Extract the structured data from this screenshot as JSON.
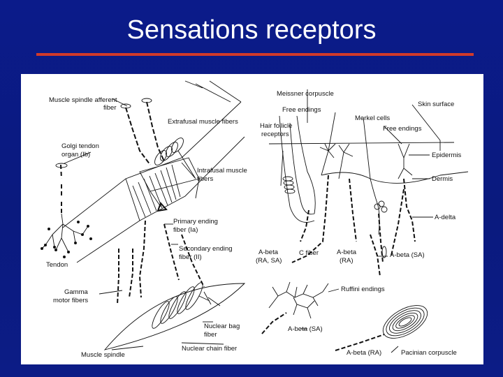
{
  "slide": {
    "title": "Sensations receptors"
  },
  "colors": {
    "background": "#0b1b8a",
    "title_rule": "#d13a2a",
    "panel": "#ffffff",
    "ink": "#111111"
  },
  "figure": {
    "labels": {
      "muscle_spindle_afferent_1": "Muscle spindle afferent",
      "muscle_spindle_afferent_2": "fiber",
      "extrafusal": "Extrafusal muscle fibers",
      "golgi_1": "Golgi tendon",
      "golgi_2": "organ (Ib)",
      "intrafusal_1": "Intrafusal muscle",
      "intrafusal_2": "fibers",
      "tendon": "Tendon",
      "primary_1": "Primary ending",
      "primary_2": "fiber (Ia)",
      "secondary_1": "Secondary ending",
      "secondary_2": "fiber (II)",
      "gamma_1": "Gamma",
      "gamma_2": "motor fibers",
      "bag_1": "Nuclear bag",
      "bag_2": "fiber",
      "chain": "Nuclear chain fiber",
      "spindle": "Muscle spindle",
      "meissner": "Meissner corpuscle",
      "free_endings_top": "Free endings",
      "merkel": "Merkel cells",
      "skin_surface": "Skin surface",
      "hair_1": "Hair follicle",
      "hair_2": "receptors",
      "free_endings_right": "Free endings",
      "epidermis": "Epidermis",
      "dermis": "Dermis",
      "a_delta": "A-delta",
      "a_beta_ra_sa_1": "A-beta",
      "a_beta_ra_sa_2": "(RA, SA)",
      "c_fiber": "C fiber",
      "a_beta_ra_1": "A-beta",
      "a_beta_ra_2": "(RA)",
      "a_beta_sa_right": "A-beta (SA)",
      "ruffini": "Ruffini endings",
      "a_beta_sa_bottom": "A-beta (SA)",
      "a_beta_ra_bottom": "A-beta (RA)",
      "pacinian": "Pacinian corpuscle"
    }
  }
}
